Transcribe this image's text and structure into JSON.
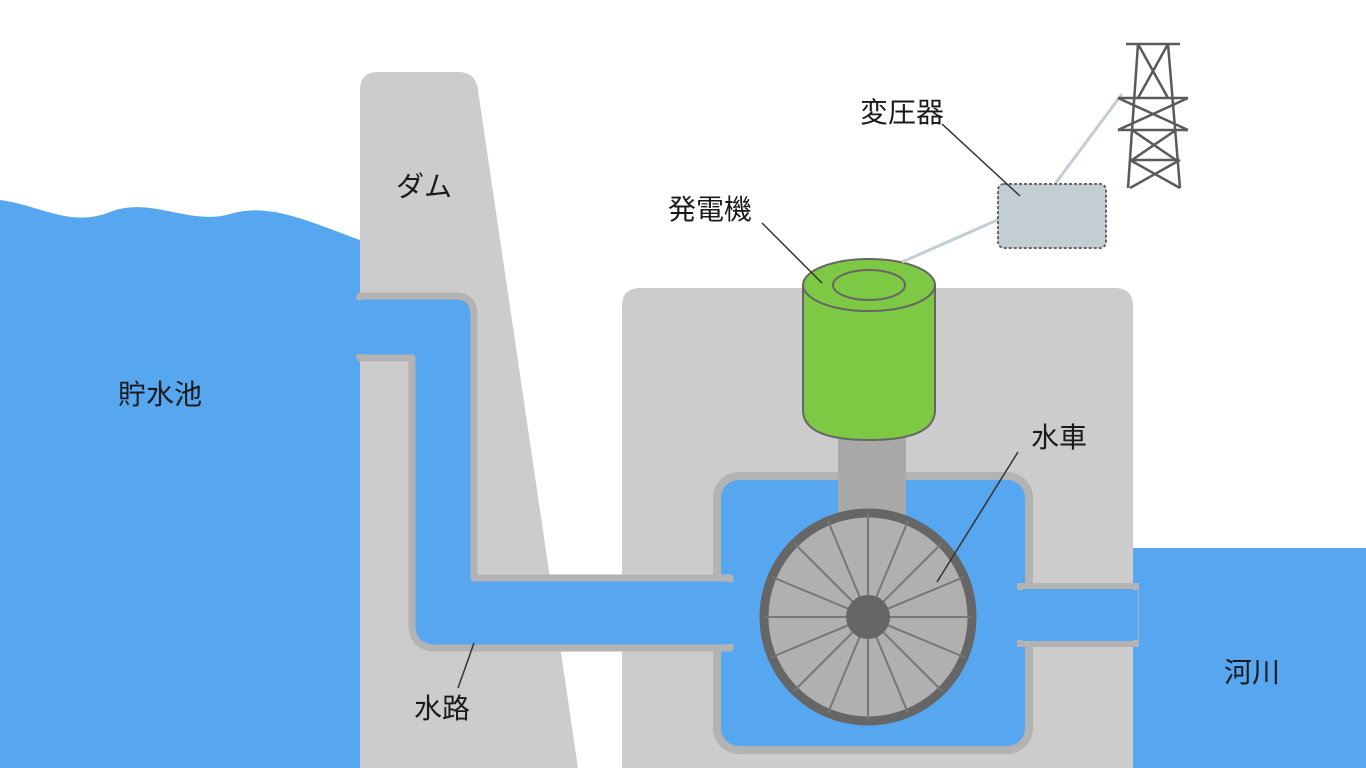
{
  "labels": {
    "reservoir": "貯水池",
    "dam": "ダム",
    "waterway": "水路",
    "generator": "発電機",
    "transformer": "変圧器",
    "turbine": "水車",
    "river": "河川"
  },
  "colors": {
    "water": "#57a6f0",
    "concrete": "#cccccc",
    "concrete_edge": "#b3b3b3",
    "generator": "#7dc943",
    "turbine_fill": "#b0b0b0",
    "turbine_ring": "#666666",
    "transformer": "#c2cdd4",
    "tower": "#5a5a5a"
  },
  "icons": [
    "transmission-tower-icon"
  ]
}
